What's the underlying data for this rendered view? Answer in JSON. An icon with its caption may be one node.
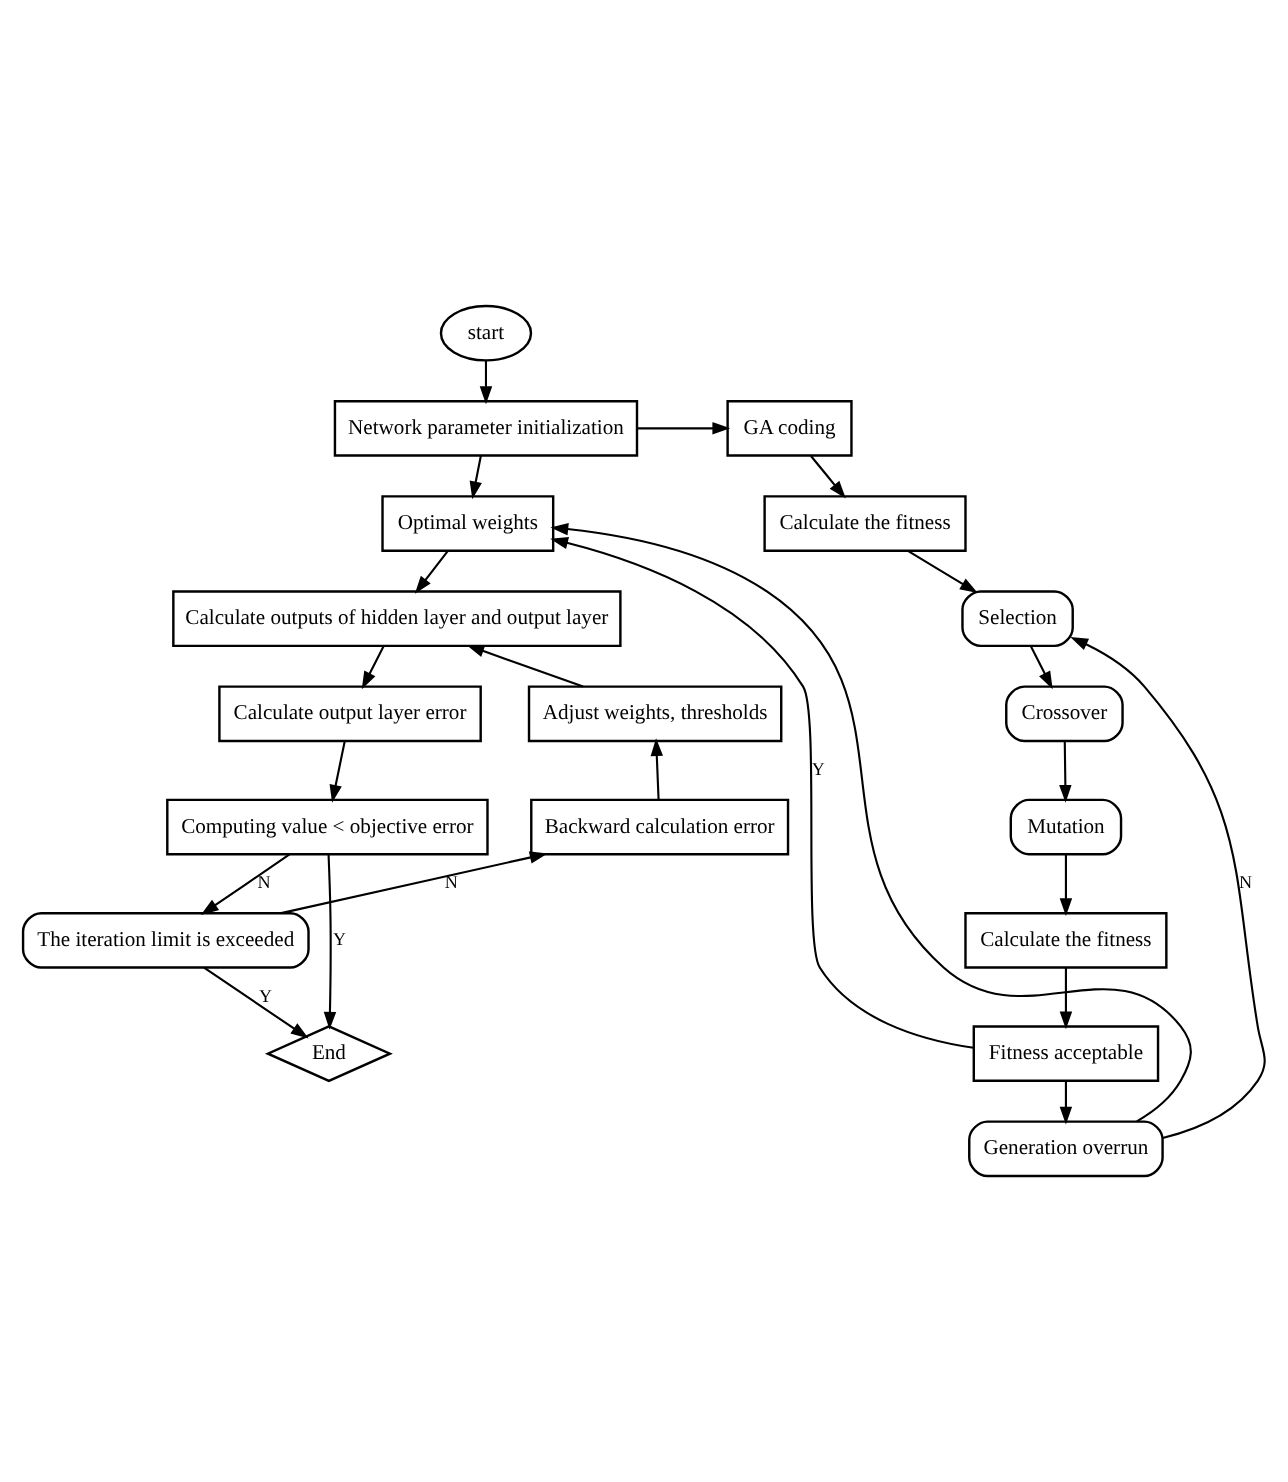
{
  "diagram": {
    "nodes": [
      {
        "text": [
          "start"
        ]
      },
      {
        "text": [
          "Network parameter initialization"
        ]
      },
      {
        "text": [
          "GA coding"
        ]
      },
      {
        "text": [
          "Optimal weights"
        ]
      },
      {
        "text": [
          "Calculate the fitness"
        ]
      },
      {
        "text": [
          "Calculate outputs of hidden layer and output layer"
        ]
      },
      {
        "text": [
          "Selection"
        ]
      },
      {
        "text": [
          "Adjust weights, thresholds"
        ]
      },
      {
        "text": [
          "Calculate output layer error"
        ]
      },
      {
        "text": [
          "Crossover"
        ]
      },
      {
        "text": [
          "Mutation"
        ]
      },
      {
        "text": [
          "Calculate the fitness"
        ]
      },
      {
        "text": [
          "Computing value < objective error"
        ]
      },
      {
        "text": [
          "Fitness acceptable"
        ]
      },
      {
        "text": [
          "Backward calculation error"
        ]
      },
      {
        "text": [
          "Generation overrun"
        ]
      },
      {
        "text": [
          "The iteration limit is exceeded"
        ]
      },
      {
        "text": [
          "End"
        ]
      }
    ],
    "edges": [
      {
        "from": 0,
        "to": 1,
        "arrow": "to"
      },
      {
        "from": 1,
        "to": 2,
        "arrow": "to"
      },
      {
        "from": 1,
        "to": 3,
        "arrow": "to"
      },
      {
        "from": 2,
        "to": 4,
        "arrow": "to"
      },
      {
        "from": 4,
        "to": 6,
        "arrow": "to"
      },
      {
        "from": 3,
        "to": 5,
        "arrow": "to"
      },
      {
        "from": 5,
        "to": 8,
        "arrow": "to"
      },
      {
        "from": 8,
        "to": 12,
        "arrow": "to"
      },
      {
        "from": 12,
        "to": 16,
        "arrow": "to",
        "label": "N"
      },
      {
        "from": 12,
        "to": 17,
        "arrow": "to",
        "label": "Y"
      },
      {
        "from": 16,
        "to": 17,
        "arrow": "to",
        "label": "Y"
      },
      {
        "from": 16,
        "to": 14,
        "arrow": "to",
        "label": "N"
      },
      {
        "from": 14,
        "to": 7,
        "arrow": "to"
      },
      {
        "from": 7,
        "to": 5,
        "arrow": "to"
      },
      {
        "from": 6,
        "to": 9,
        "arrow": "to"
      },
      {
        "from": 9,
        "to": 10,
        "arrow": "to"
      },
      {
        "from": 10,
        "to": 11,
        "arrow": "to"
      },
      {
        "from": 11,
        "to": 13,
        "arrow": "to"
      },
      {
        "from": 13,
        "to": 15,
        "arrow": "to"
      },
      {
        "from": 13,
        "to": 3,
        "arrow": "to",
        "label": "Y"
      },
      {
        "from": 15,
        "to": 3,
        "arrow": "to"
      },
      {
        "from": 15,
        "to": 6,
        "arrow": "to",
        "label": "N"
      }
    ]
  }
}
